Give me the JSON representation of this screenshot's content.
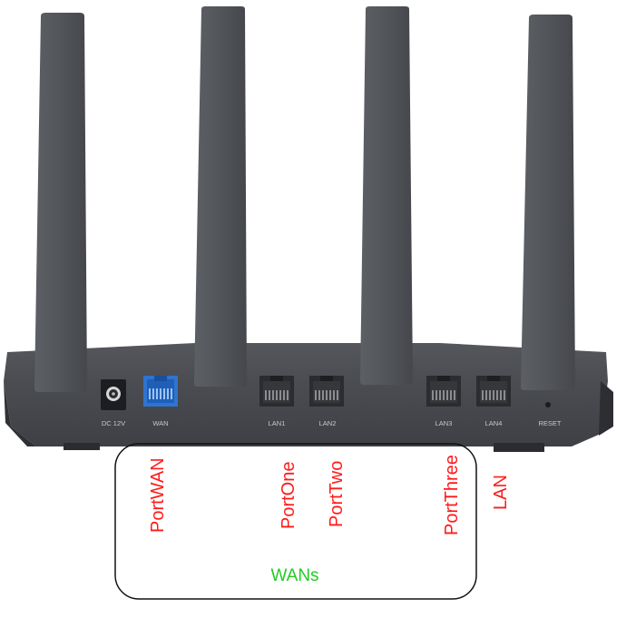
{
  "colors": {
    "router_body": "#4a4c51",
    "router_dark": "#3a3c40",
    "antenna": "#54575c",
    "wan_port": "#2f74d0",
    "annotation_red": "#ff1a1a",
    "annotation_green": "#22cc22",
    "bracket": "#111111"
  },
  "router": {
    "port_labels": {
      "dc": "DC 12V",
      "wan": "WAN",
      "lan1": "LAN1",
      "lan2": "LAN2",
      "lan3": "LAN3",
      "lan4": "LAN4",
      "reset": "RESET"
    }
  },
  "annotations": {
    "port_wan": "PortWAN",
    "port_one": "PortOne",
    "port_two": "PortTwo",
    "port_three": "PortThree",
    "lan": "LAN",
    "group_label": "WANs"
  },
  "icons": {
    "power_jack": "dc-power-jack-icon",
    "reset_hole": "reset-pinhole-icon",
    "ethernet": "ethernet-port-icon"
  }
}
